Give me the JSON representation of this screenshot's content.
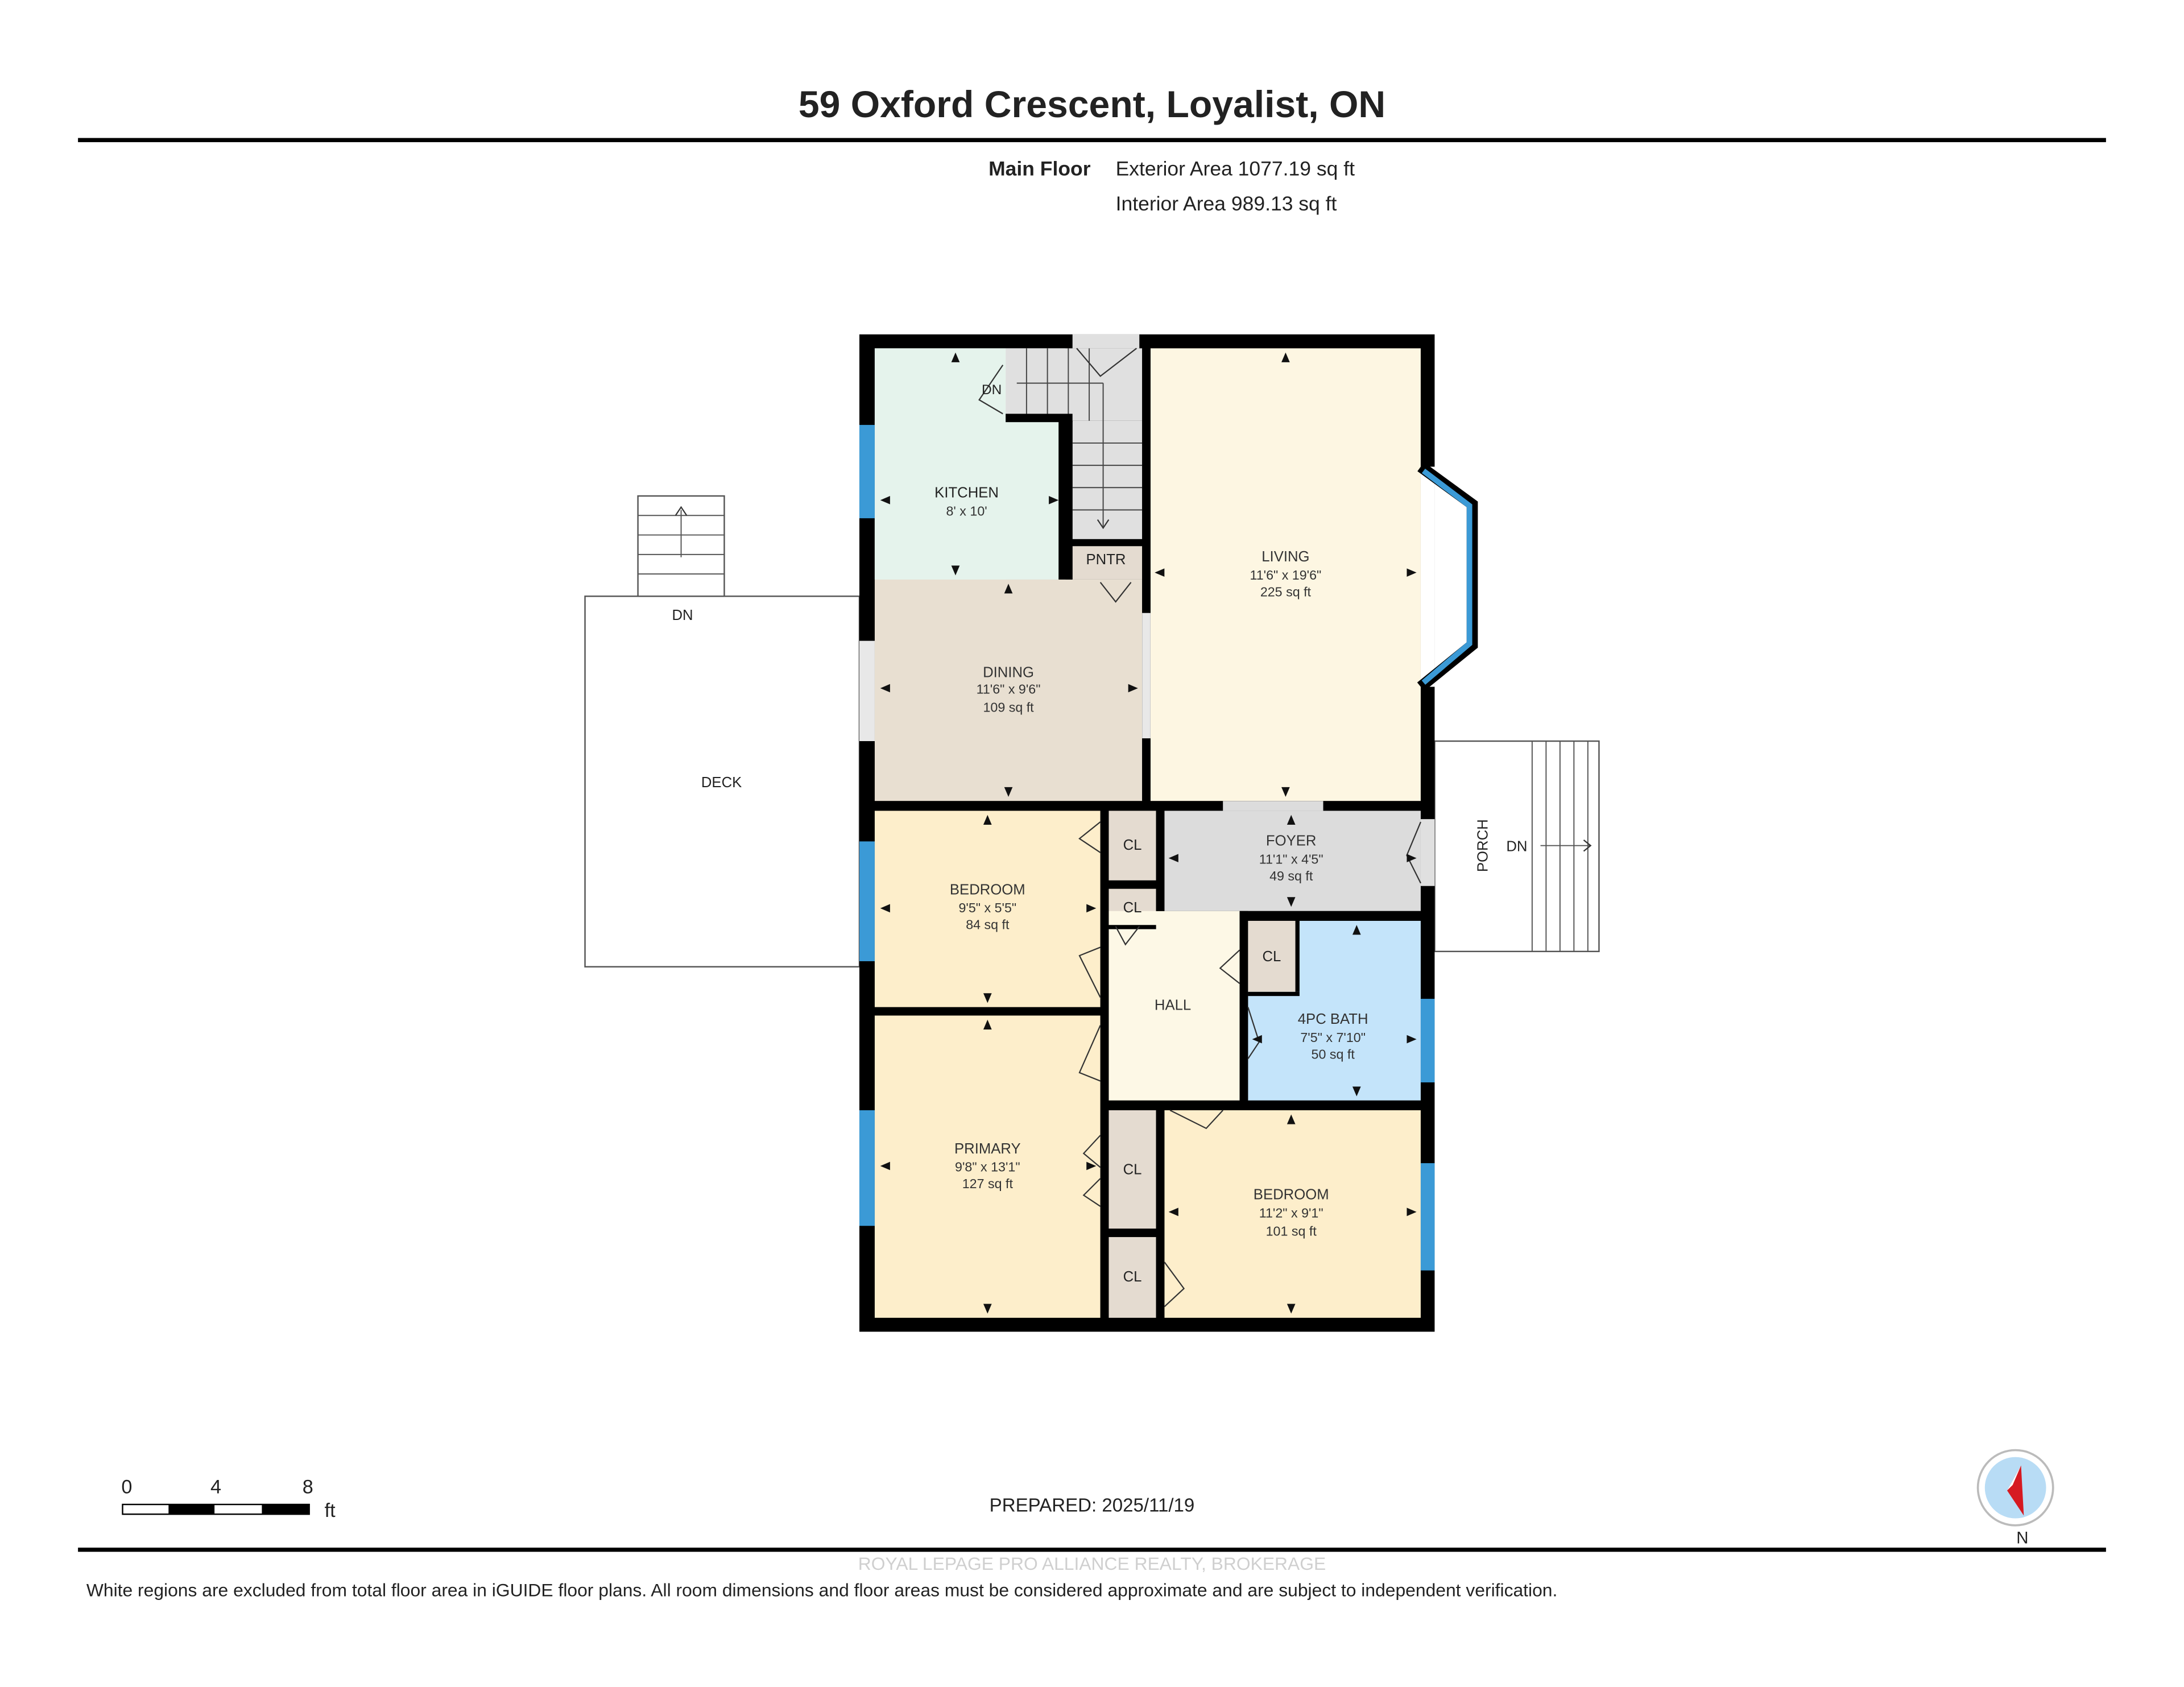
{
  "header": {
    "title": "59 Oxford Crescent, Loyalist, ON",
    "floor_name": "Main Floor",
    "exterior_area": "Exterior Area 1077.19 sq ft",
    "interior_area": "Interior Area 989.13 sq ft"
  },
  "rooms": {
    "kitchen": {
      "name": "KITCHEN",
      "dims": "8' x 10'"
    },
    "pantry": {
      "name": "PNTR"
    },
    "stairs_dn": "DN",
    "living": {
      "name": "LIVING",
      "dims": "11'6\" x 19'6\"",
      "area": "225 sq ft"
    },
    "dining": {
      "name": "DINING",
      "dims": "11'6\" x 9'6\"",
      "area": "109 sq ft"
    },
    "foyer": {
      "name": "FOYER",
      "dims": "11'1\" x 4'5\"",
      "area": "49 sq ft"
    },
    "bedroom1": {
      "name": "BEDROOM",
      "dims": "9'5\" x 5'5\"",
      "area": "84 sq ft"
    },
    "hall": {
      "name": "HALL"
    },
    "bath": {
      "name": "4PC BATH",
      "dims": "7'5\" x 7'10\"",
      "area": "50 sq ft"
    },
    "primary": {
      "name": "PRIMARY",
      "dims": "9'8\" x 13'1\"",
      "area": "127 sq ft"
    },
    "bedroom2": {
      "name": "BEDROOM",
      "dims": "11'2\" x 9'1\"",
      "area": "101 sq ft"
    },
    "closet": "CL",
    "deck": {
      "name": "DECK",
      "stairs": "DN"
    },
    "porch": {
      "name": "PORCH",
      "stairs": "DN"
    }
  },
  "scale_bar": {
    "ticks": [
      "0",
      "4",
      "8"
    ],
    "unit": "ft"
  },
  "prepared": "PREPARED: 2025/11/19",
  "compass": {
    "label": "N",
    "icon": "compass-icon"
  },
  "watermark": "ROYAL LEPAGE PRO ALLIANCE REALTY, BROKERAGE",
  "disclaimer": "White regions are excluded from total floor area in iGUIDE floor plans. All room dimensions and floor areas must be considered approximate and are subject to independent verification.",
  "colors": {
    "kitchen": "#e5f3ec",
    "dining": "#e8dfd1",
    "living": "#fdf6e2",
    "bedroom": "#fdeecb",
    "hall": "#fdf8e6",
    "bath": "#c4e4fa",
    "foyer": "#dcdcdc",
    "closet": "#e4dbd0",
    "window": "#3b9ad6"
  }
}
